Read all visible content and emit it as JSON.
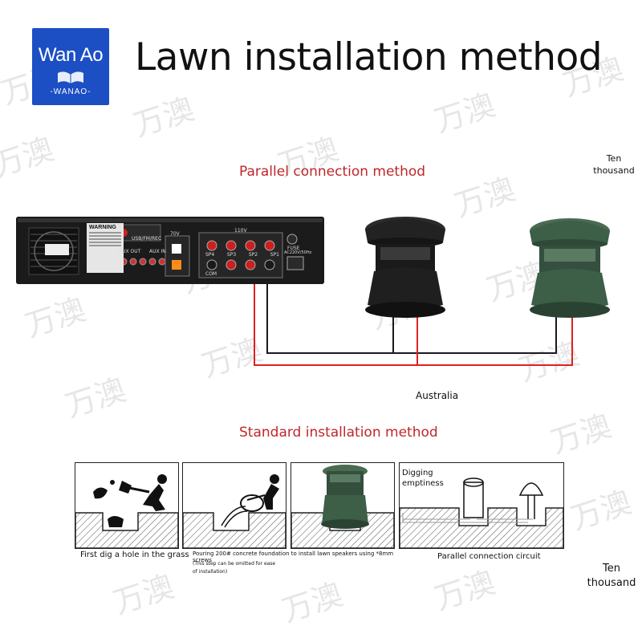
{
  "logo": {
    "brand": "Wan Ao",
    "sub": "-WANAO-"
  },
  "title": "Lawn installation method",
  "parallel_heading": "Parallel connection method",
  "standard_heading": "Standard installation method",
  "ten_thousand_top": "Ten thousand",
  "ten_thousand_bottom": "Ten thousand",
  "australia": "Australia",
  "watermark": "万澳",
  "amplifier": {
    "warning": "WARNING",
    "usb_label": "USB/FM/REC",
    "label_70v": "70V",
    "label_110v": "110V",
    "sp_labels": [
      "SP4",
      "SP3",
      "SP2",
      "SP1"
    ],
    "com": "COM",
    "fuse": "FUSE",
    "ac": "AC220V/50Hz",
    "aux_out": "AUX OUT",
    "aux_in": "AUX IN"
  },
  "steps": {
    "digging_label": "Digging emptiness",
    "caption1": "First dig a hole in the grass",
    "caption2": "Pouring 200# concrete foundation to install lawn speakers using *8mm screws",
    "caption2_note": "(This step can be omitted for ease of installation)",
    "caption3": "Parallel connection circuit"
  },
  "colors": {
    "accent_red": "#c0262a",
    "logo_blue": "#1d4fc4",
    "speaker_green": "#3d5e47",
    "speaker_black": "#1f1f1f"
  }
}
